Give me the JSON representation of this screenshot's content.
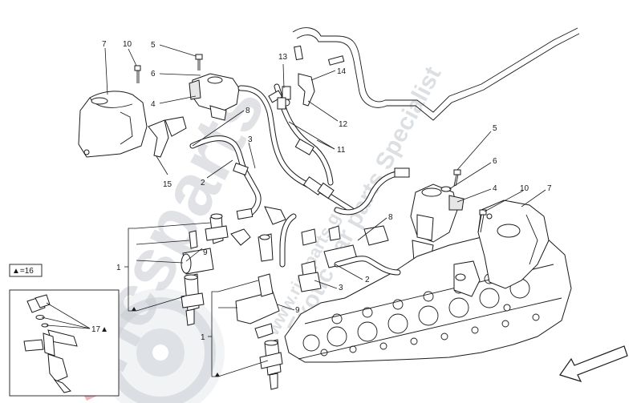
{
  "watermark": {
    "brand": "ricsparts",
    "tagline": "Exotic car parts Specialist",
    "url": "www.ricsparts.gr"
  },
  "legend": {
    "symbol": "▲",
    "text": "▲=16"
  },
  "callouts": {
    "c1a": "1",
    "c1b": "1",
    "c2a": "2",
    "c2b": "2",
    "c3a": "3",
    "c3b": "3",
    "c4a": "4",
    "c4b": "4",
    "c5a": "5",
    "c5b": "5",
    "c6a": "6",
    "c6b": "6",
    "c7a": "7",
    "c7b": "7",
    "c8a": "8",
    "c8b": "8",
    "c9a": "9",
    "c9b": "9",
    "c10a": "10",
    "c10b": "10",
    "c11": "11",
    "c12": "12",
    "c13": "13",
    "c14": "14",
    "c15": "15",
    "c17": "17▲"
  },
  "colors": {
    "line": "#1a1a1a",
    "watermark": "#c8ccd2",
    "logo_red": "#e8a0a8",
    "background": "#ffffff"
  }
}
